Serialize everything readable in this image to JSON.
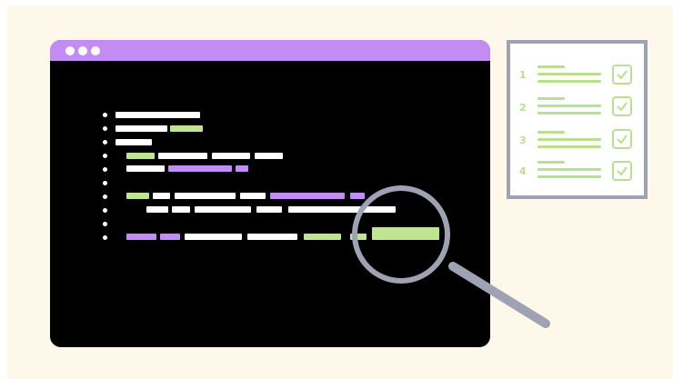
{
  "checklist": {
    "items": [
      {
        "number": "1",
        "checked": true
      },
      {
        "number": "2",
        "checked": true
      },
      {
        "number": "3",
        "checked": true
      },
      {
        "number": "4",
        "checked": true
      }
    ]
  },
  "colors": {
    "background": "#fdf8e9",
    "window_frame": "#000000",
    "title_bar": "#c38cf3",
    "code_white": "#ffffff",
    "code_green": "#bfe590",
    "code_purple": "#c38cf3",
    "checklist_border": "#9ea2b2",
    "checklist_green": "#b9e08e",
    "magnifier_gray": "#9ea2b2"
  },
  "icons": [
    "window-control-dots",
    "checkbox-check-icon",
    "magnifying-glass-icon"
  ]
}
